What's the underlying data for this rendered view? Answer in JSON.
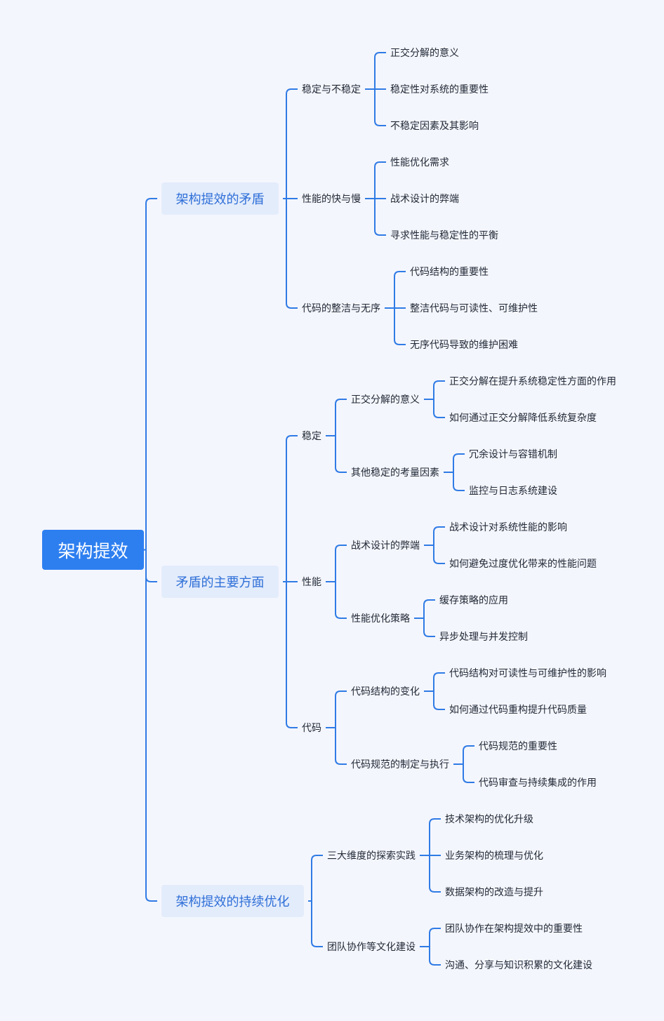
{
  "colors": {
    "background": "#f4f6fd",
    "line": "#2f7be5",
    "root_fill": "#2d7ff0",
    "branch_fill": "#e3ecfb",
    "branch_text": "#2f6fd8"
  },
  "root": {
    "label": "架构提效"
  },
  "branches": [
    {
      "label": "架构提效的矛盾",
      "children": [
        {
          "label": "稳定与不稳定",
          "children": [
            {
              "label": "正交分解的意义"
            },
            {
              "label": "稳定性对系统的重要性"
            },
            {
              "label": "不稳定因素及其影响"
            }
          ]
        },
        {
          "label": "性能的快与慢",
          "children": [
            {
              "label": "性能优化需求"
            },
            {
              "label": "战术设计的弊端"
            },
            {
              "label": "寻求性能与稳定性的平衡"
            }
          ]
        },
        {
          "label": "代码的整洁与无序",
          "children": [
            {
              "label": "代码结构的重要性"
            },
            {
              "label": "整洁代码与可读性、可维护性"
            },
            {
              "label": "无序代码导致的维护困难"
            }
          ]
        }
      ]
    },
    {
      "label": "矛盾的主要方面",
      "children": [
        {
          "label": "稳定",
          "children": [
            {
              "label": "正交分解的意义",
              "children": [
                {
                  "label": "正交分解在提升系统稳定性方面的作用"
                },
                {
                  "label": "如何通过正交分解降低系统复杂度"
                }
              ]
            },
            {
              "label": "其他稳定的考量因素",
              "children": [
                {
                  "label": "冗余设计与容错机制"
                },
                {
                  "label": "监控与日志系统建设"
                }
              ]
            }
          ]
        },
        {
          "label": "性能",
          "children": [
            {
              "label": "战术设计的弊端",
              "children": [
                {
                  "label": "战术设计对系统性能的影响"
                },
                {
                  "label": "如何避免过度优化带来的性能问题"
                }
              ]
            },
            {
              "label": "性能优化策略",
              "children": [
                {
                  "label": "缓存策略的应用"
                },
                {
                  "label": "异步处理与并发控制"
                }
              ]
            }
          ]
        },
        {
          "label": "代码",
          "children": [
            {
              "label": "代码结构的变化",
              "children": [
                {
                  "label": "代码结构对可读性与可维护性的影响"
                },
                {
                  "label": "如何通过代码重构提升代码质量"
                }
              ]
            },
            {
              "label": "代码规范的制定与执行",
              "children": [
                {
                  "label": "代码规范的重要性"
                },
                {
                  "label": "代码审查与持续集成的作用"
                }
              ]
            }
          ]
        }
      ]
    },
    {
      "label": "架构提效的持续优化",
      "children": [
        {
          "label": "三大维度的探索实践",
          "children": [
            {
              "label": "技术架构的优化升级"
            },
            {
              "label": "业务架构的梳理与优化"
            },
            {
              "label": "数据架构的改造与提升"
            }
          ]
        },
        {
          "label": "团队协作等文化建设",
          "children": [
            {
              "label": "团队协作在架构提效中的重要性"
            },
            {
              "label": "沟通、分享与知识积累的文化建设"
            }
          ]
        }
      ]
    }
  ]
}
